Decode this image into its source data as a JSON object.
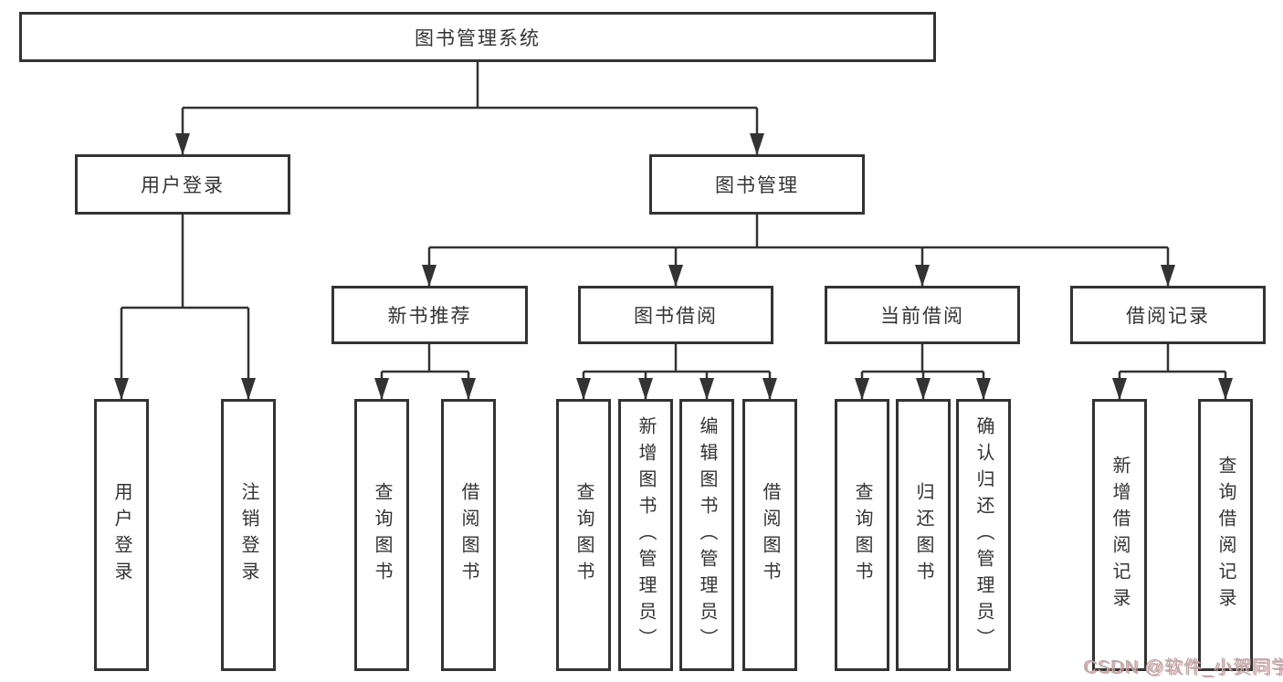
{
  "nodes": {
    "root": {
      "label": "图书管理系统"
    },
    "level2": [
      {
        "label": "用户登录"
      },
      {
        "label": "图书管理"
      }
    ],
    "level3": [
      {
        "label": "新书推荐"
      },
      {
        "label": "图书借阅"
      },
      {
        "label": "当前借阅"
      },
      {
        "label": "借阅记录"
      }
    ],
    "leaves": [
      {
        "label": "用户登录"
      },
      {
        "label": "注销登录"
      },
      {
        "label": "查询图书"
      },
      {
        "label": "借阅图书"
      },
      {
        "label": "查询图书"
      },
      {
        "label": "新增图书（管理员）"
      },
      {
        "label": "编辑图书（管理员）"
      },
      {
        "label": "借阅图书"
      },
      {
        "label": "查询图书"
      },
      {
        "label": "归还图书"
      },
      {
        "label": "确认归还（管理员）"
      },
      {
        "label": "新增借阅记录"
      },
      {
        "label": "查询借阅记录"
      }
    ]
  },
  "watermark": {
    "text": "CSDN @软件_小贺同学"
  },
  "colors": {
    "line": "#333333",
    "box_border": "#333333",
    "box_fill": "#ffffff",
    "text": "#333333",
    "watermark_gray": "#b0b0b0",
    "watermark_red": "#dd8282",
    "background": "#ffffff"
  }
}
